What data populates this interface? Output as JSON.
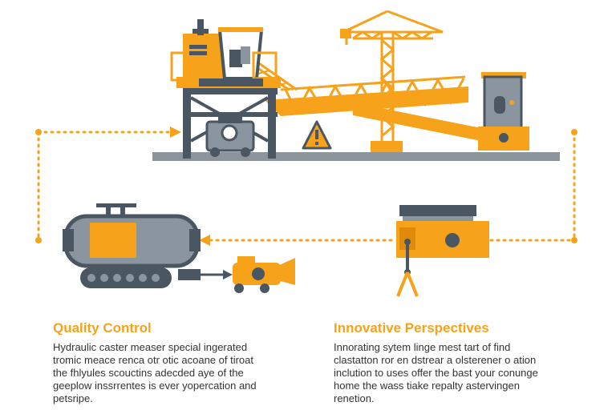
{
  "colors": {
    "accent": "#F7A21B",
    "accent_dark": "#E08A0B",
    "steel": "#4A5662",
    "steel_light": "#8A95A0",
    "ground": "#8C949C",
    "text": "#333333"
  },
  "icons": {
    "warning": "warning-triangle-icon",
    "crane": "tower-crane-icon"
  },
  "sections": {
    "quality_control": {
      "title": "Quality Control",
      "lines": [
        "Hydraulic caster measer special ingerated",
        "tromic meace renca otr otic acoane of tiroat",
        "the fhlyules scouctins adecded aye of the",
        "geeplow inssrrentes is ever yopercation and",
        "petsripe."
      ]
    },
    "innovative_perspectives": {
      "title": "Innovative Perspectives",
      "lines": [
        "Innorating sytem linge mest tart of find",
        "clastatton ror en dstrear a olsterener o ation",
        "inclution to uses offer the bast your conunge",
        "home the wass tiake repalty astervingen",
        "renetion."
      ]
    }
  }
}
